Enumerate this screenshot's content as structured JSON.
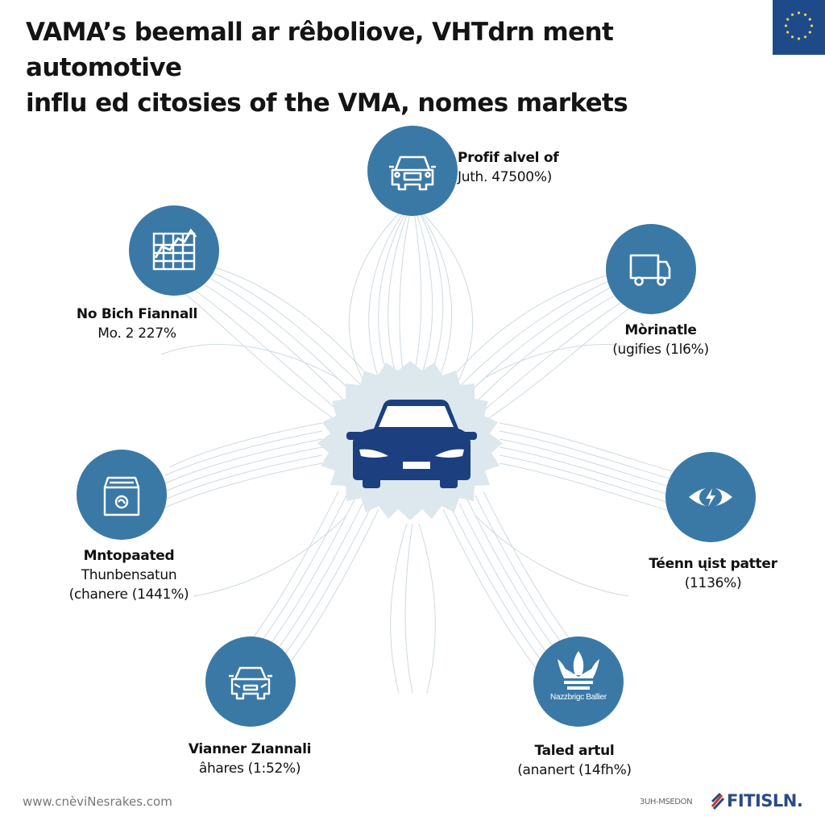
{
  "header": {
    "title_line1": "VAMA’s beemall ar rêboliove, VHTdrn ment automotive",
    "title_line2": "influ ed citosies of the VMA, nomes markets",
    "flag_icon": "eu-flag-icon"
  },
  "hub": {
    "icon": "car-front-icon",
    "fill_color": "#dde8ee",
    "icon_color": "#1b3f7f"
  },
  "colors": {
    "node_fill": "#3a79a6",
    "ray_color": "#c5d3dc",
    "text": "#111111"
  },
  "nodes": [
    {
      "id": "top",
      "icon": "car-front-icon",
      "title": "Profif alvel of",
      "value": "Juth. 47500%)"
    },
    {
      "id": "upper-left",
      "icon": "chart-grid-icon",
      "title": "No Bich Fiannall",
      "value": "Mo. 2 227%"
    },
    {
      "id": "upper-right",
      "icon": "truck-icon",
      "title": "Mòrinatle",
      "value": "(ugifies (1l6%)"
    },
    {
      "id": "left",
      "icon": "box-icon",
      "title": "Mntopaated",
      "subtitle": "Thunbensatun",
      "value": "(chanere (1441%)"
    },
    {
      "id": "right",
      "icon": "lightning-eye-icon",
      "title": "Téenn ųist patter",
      "value": "(1136%)"
    },
    {
      "id": "bottom-left",
      "icon": "car-front-icon",
      "title": "Vianner Zıannali",
      "value": "âhares (1:52%)"
    },
    {
      "id": "bottom-right",
      "icon": "crown-logo-icon",
      "badge_text": "Nazzbrigc Ballier",
      "title": "Taled artul",
      "value": "(ananert (14fh%)"
    }
  ],
  "footer": {
    "url": "www.cnèviNesrakes.com",
    "small_text": "3UH-MSEDON",
    "brand": "FITISLN."
  }
}
